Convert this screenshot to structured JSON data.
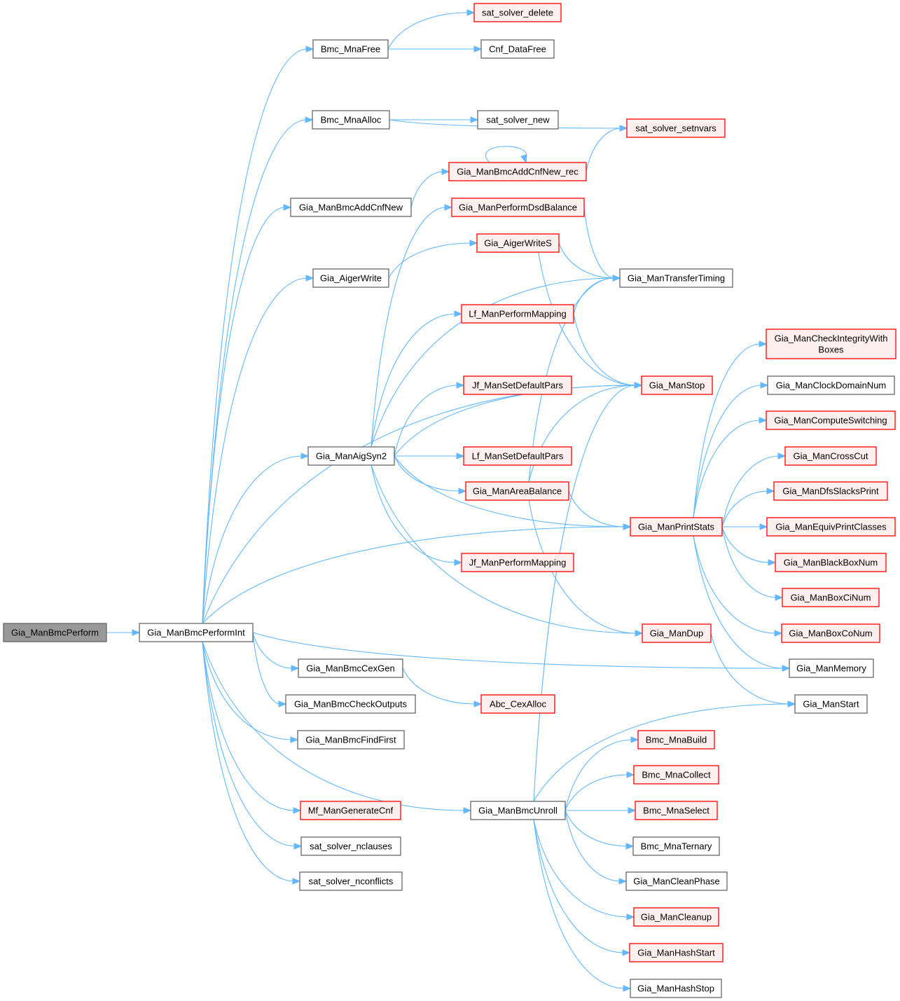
{
  "title": "Call graph of Gia_ManBmcPerform",
  "colors": {
    "edge": "#63b8ff",
    "node_border": "#666666",
    "node_fill": "#ffffff",
    "undocumented_border": "#ff0000",
    "undocumented_fill": "#fff0f0",
    "root_fill": "#999999"
  },
  "nodes": [
    {
      "id": "n0",
      "label": "Gia_ManBmcPerform",
      "style": "root"
    },
    {
      "id": "n1",
      "label": "Gia_ManBmcPerformInt",
      "style": "normal"
    },
    {
      "id": "n2",
      "label": "Bmc_MnaFree",
      "style": "normal"
    },
    {
      "id": "n3",
      "label": "Bmc_MnaAlloc",
      "style": "normal"
    },
    {
      "id": "n4",
      "label": "Gia_ManBmcAddCnfNew",
      "style": "normal"
    },
    {
      "id": "n5",
      "label": "Gia_AigerWrite",
      "style": "normal"
    },
    {
      "id": "n6",
      "label": "Gia_ManAigSyn2",
      "style": "normal"
    },
    {
      "id": "n7",
      "label": "Gia_ManBmcCexGen",
      "style": "normal"
    },
    {
      "id": "n8",
      "label": "Gia_ManBmcCheckOutputs",
      "style": "normal"
    },
    {
      "id": "n9",
      "label": "Gia_ManBmcFindFirst",
      "style": "normal"
    },
    {
      "id": "n10",
      "label": "Mf_ManGenerateCnf",
      "style": "red"
    },
    {
      "id": "n11",
      "label": "sat_solver_nclauses",
      "style": "normal"
    },
    {
      "id": "n12",
      "label": "sat_solver_nconflicts",
      "style": "normal"
    },
    {
      "id": "n13",
      "label": "sat_solver_delete",
      "style": "red"
    },
    {
      "id": "n14",
      "label": "Cnf_DataFree",
      "style": "normal"
    },
    {
      "id": "n15",
      "label": "sat_solver_new",
      "style": "normal"
    },
    {
      "id": "n16",
      "label": "Gia_ManBmcAddCnfNew_rec",
      "style": "red"
    },
    {
      "id": "n17",
      "label": "Gia_ManPerformDsdBalance",
      "style": "red"
    },
    {
      "id": "n18",
      "label": "Gia_AigerWriteS",
      "style": "red"
    },
    {
      "id": "n19",
      "label": "Lf_ManPerformMapping",
      "style": "red"
    },
    {
      "id": "n20",
      "label": "Jf_ManSetDefaultPars",
      "style": "red"
    },
    {
      "id": "n21",
      "label": "Lf_ManSetDefaultPars",
      "style": "red"
    },
    {
      "id": "n22",
      "label": "Gia_ManAreaBalance",
      "style": "red"
    },
    {
      "id": "n23",
      "label": "Jf_ManPerformMapping",
      "style": "red"
    },
    {
      "id": "n24",
      "label": "Abc_CexAlloc",
      "style": "red"
    },
    {
      "id": "n25",
      "label": "Gia_ManBmcUnroll",
      "style": "normal"
    },
    {
      "id": "n26",
      "label": "sat_solver_setnvars",
      "style": "red"
    },
    {
      "id": "n27",
      "label": "Gia_ManTransferTiming",
      "style": "normal"
    },
    {
      "id": "n28",
      "label": "Gia_ManStop",
      "style": "red"
    },
    {
      "id": "n29",
      "label": "Gia_ManPrintStats",
      "style": "red"
    },
    {
      "id": "n30",
      "label": "Gia_ManDup",
      "style": "red"
    },
    {
      "id": "n31",
      "label": "Bmc_MnaBuild",
      "style": "red"
    },
    {
      "id": "n32",
      "label": "Bmc_MnaCollect",
      "style": "red"
    },
    {
      "id": "n33",
      "label": "Bmc_MnaSelect",
      "style": "red"
    },
    {
      "id": "n34",
      "label": "Bmc_MnaTernary",
      "style": "normal"
    },
    {
      "id": "n35",
      "label": "Gia_ManCleanPhase",
      "style": "normal"
    },
    {
      "id": "n36",
      "label": "Gia_ManCleanup",
      "style": "red"
    },
    {
      "id": "n37",
      "label": "Gia_ManHashStart",
      "style": "red"
    },
    {
      "id": "n38",
      "label": "Gia_ManHashStop",
      "style": "normal"
    },
    {
      "id": "n39",
      "label": "Gia_ManCheckIntegrityWith\nBoxes",
      "style": "red"
    },
    {
      "id": "n40",
      "label": "Gia_ManClockDomainNum",
      "style": "normal"
    },
    {
      "id": "n41",
      "label": "Gia_ManComputeSwitching",
      "style": "red"
    },
    {
      "id": "n42",
      "label": "Gia_ManCrossCut",
      "style": "red"
    },
    {
      "id": "n43",
      "label": "Gia_ManDfsSlacksPrint",
      "style": "red"
    },
    {
      "id": "n44",
      "label": "Gia_ManEquivPrintClasses",
      "style": "red"
    },
    {
      "id": "n45",
      "label": "Gia_ManBlackBoxNum",
      "style": "red"
    },
    {
      "id": "n46",
      "label": "Gia_ManBoxCiNum",
      "style": "red"
    },
    {
      "id": "n47",
      "label": "Gia_ManBoxCoNum",
      "style": "red"
    },
    {
      "id": "n48",
      "label": "Gia_ManMemory",
      "style": "normal"
    },
    {
      "id": "n49",
      "label": "Gia_ManStart",
      "style": "normal"
    }
  ],
  "edges": [
    [
      "n0",
      "n1"
    ],
    [
      "n1",
      "n2"
    ],
    [
      "n1",
      "n3"
    ],
    [
      "n1",
      "n4"
    ],
    [
      "n1",
      "n5"
    ],
    [
      "n1",
      "n6"
    ],
    [
      "n1",
      "n29"
    ],
    [
      "n1",
      "n28"
    ],
    [
      "n1",
      "n48"
    ],
    [
      "n1",
      "n7"
    ],
    [
      "n1",
      "n8"
    ],
    [
      "n1",
      "n9"
    ],
    [
      "n1",
      "n25"
    ],
    [
      "n1",
      "n10"
    ],
    [
      "n1",
      "n11"
    ],
    [
      "n1",
      "n12"
    ],
    [
      "n2",
      "n13"
    ],
    [
      "n2",
      "n14"
    ],
    [
      "n3",
      "n26"
    ],
    [
      "n3",
      "n15"
    ],
    [
      "n4",
      "n16"
    ],
    [
      "n16",
      "n16"
    ],
    [
      "n16",
      "n26"
    ],
    [
      "n5",
      "n18"
    ],
    [
      "n18",
      "n27"
    ],
    [
      "n18",
      "n28"
    ],
    [
      "n17",
      "n27"
    ],
    [
      "n6",
      "n17"
    ],
    [
      "n6",
      "n27"
    ],
    [
      "n6",
      "n19"
    ],
    [
      "n6",
      "n20"
    ],
    [
      "n6",
      "n28"
    ],
    [
      "n6",
      "n21"
    ],
    [
      "n6",
      "n22"
    ],
    [
      "n6",
      "n29"
    ],
    [
      "n6",
      "n23"
    ],
    [
      "n6",
      "n30"
    ],
    [
      "n19",
      "n27"
    ],
    [
      "n19",
      "n28"
    ],
    [
      "n22",
      "n27"
    ],
    [
      "n22",
      "n28"
    ],
    [
      "n22",
      "n29"
    ],
    [
      "n22",
      "n30"
    ],
    [
      "n7",
      "n24"
    ],
    [
      "n30",
      "n49"
    ],
    [
      "n25",
      "n28"
    ],
    [
      "n25",
      "n49"
    ],
    [
      "n25",
      "n31"
    ],
    [
      "n25",
      "n32"
    ],
    [
      "n25",
      "n33"
    ],
    [
      "n25",
      "n34"
    ],
    [
      "n25",
      "n35"
    ],
    [
      "n25",
      "n36"
    ],
    [
      "n25",
      "n37"
    ],
    [
      "n25",
      "n38"
    ],
    [
      "n29",
      "n39"
    ],
    [
      "n29",
      "n40"
    ],
    [
      "n29",
      "n41"
    ],
    [
      "n29",
      "n42"
    ],
    [
      "n29",
      "n43"
    ],
    [
      "n29",
      "n44"
    ],
    [
      "n29",
      "n45"
    ],
    [
      "n29",
      "n46"
    ],
    [
      "n29",
      "n47"
    ],
    [
      "n29",
      "n48"
    ]
  ]
}
